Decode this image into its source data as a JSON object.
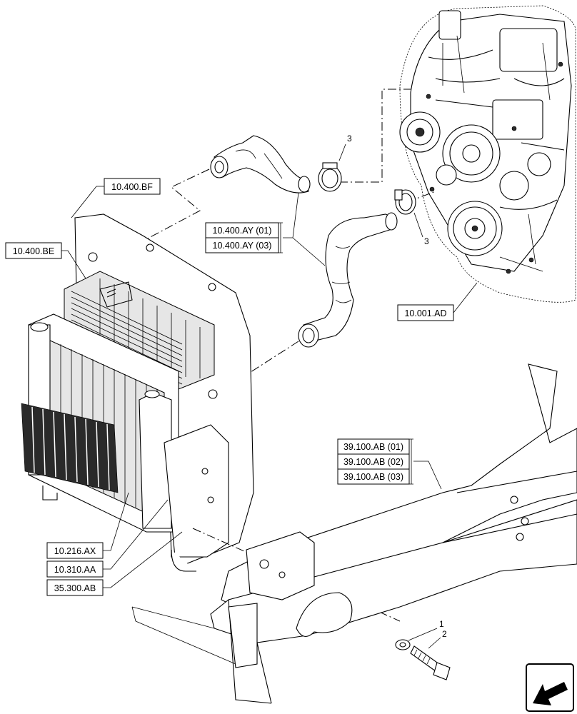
{
  "callouts": {
    "top_left": "10.400.BF",
    "left_upper": "10.400.BE",
    "hose_a": "10.400.AY (01)",
    "hose_b": "10.400.AY (03)",
    "engine": "10.001.AD",
    "frame_a": "39.100.AB (01)",
    "frame_b": "39.100.AB (02)",
    "frame_c": "39.100.AB (03)",
    "left_1": "10.216.AX",
    "left_2": "10.310.AA",
    "left_3": "35.300.AB"
  },
  "item_numbers": {
    "clamp_upper": "3",
    "clamp_lower": "3",
    "washer": "1",
    "bolt": "2"
  },
  "icons": {
    "navigation": "next-page-arrow-icon"
  }
}
